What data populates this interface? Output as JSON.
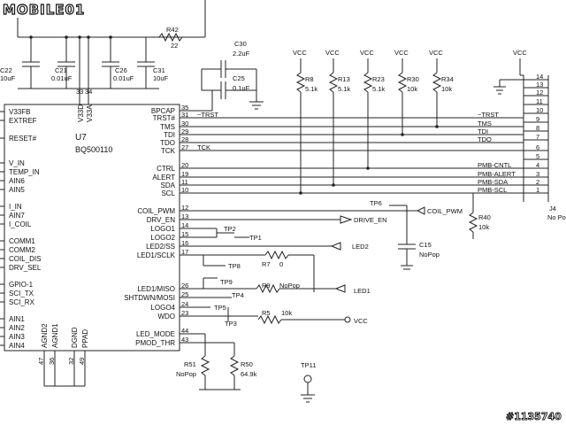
{
  "watermark": {
    "logo": "MOBILE01",
    "id": "#1135740"
  },
  "chip": {
    "ref": "U7",
    "part": "BQ500110",
    "left_pins": [
      "V33FB",
      "EXTREF",
      "RESET#",
      "V_IN",
      "TEMP_IN",
      "AIN6",
      "AIN5",
      "I_IN",
      "AIN7",
      "I_COIL",
      "COMM1",
      "COMM2",
      "COIL_DIS",
      "DRV_SEL",
      "GPIO-1",
      "SCI_TX",
      "SCI_RX",
      "AIN1",
      "AIN2",
      "AIN3",
      "AIN4"
    ],
    "top_pins": [
      "V33D",
      "V33A"
    ],
    "top_pin_nums": [
      "33",
      "34"
    ],
    "bottom_pins": [
      "AGND2",
      "AGND1",
      "DGND",
      "PPAD"
    ],
    "bottom_pin_nums": [
      "47",
      "36",
      "32",
      "49"
    ],
    "right_pins": [
      "BPCAP",
      "TRST#",
      "TMS",
      "TDI",
      "TDO",
      "TCK",
      "CTRL",
      "ALERT",
      "SDA",
      "SCL",
      "COIL_PWM",
      "DRV_EN",
      "LOGO1",
      "LOGO2",
      "LED2/SS",
      "LED1/SCLK",
      "LED1/MISO",
      "SHTDWN/MOSI",
      "LOGO4",
      "WDO",
      "LED_MODE",
      "PMOD_THR"
    ],
    "right_pin_nums": [
      "35",
      "31",
      "30",
      "29",
      "28",
      "27",
      "20",
      "19",
      "11",
      "10",
      "12",
      "13",
      "14",
      "15",
      "16",
      "17",
      "26",
      "25",
      "24",
      "23",
      "44",
      "43"
    ]
  },
  "capacitors": [
    {
      "ref": "C22",
      "value": "10uF"
    },
    {
      "ref": "C21",
      "value": "0.01uF"
    },
    {
      "ref": "C26",
      "value": "0.01uF"
    },
    {
      "ref": "C31",
      "value": "10uF"
    },
    {
      "ref": "C30",
      "value": "2.2uF"
    },
    {
      "ref": "C25",
      "value": "0.1uF"
    },
    {
      "ref": "C15",
      "value": "NoPop"
    }
  ],
  "resistors": [
    {
      "ref": "R42",
      "value": "22"
    },
    {
      "ref": "R8",
      "value": "5.1k"
    },
    {
      "ref": "R13",
      "value": "5.1k"
    },
    {
      "ref": "R23",
      "value": "5.1k"
    },
    {
      "ref": "R30",
      "value": "10k"
    },
    {
      "ref": "R34",
      "value": "10k"
    },
    {
      "ref": "R40",
      "value": "10k"
    },
    {
      "ref": "R7",
      "value": "0"
    },
    {
      "ref": "R9",
      "value": "NoPop"
    },
    {
      "ref": "R5",
      "value": "10k"
    },
    {
      "ref": "R51",
      "value": "NoPop"
    },
    {
      "ref": "R50",
      "value": "64.9k"
    }
  ],
  "power_labels": [
    "VCC",
    "VCC",
    "VCC",
    "VCC",
    "VCC",
    "VCC",
    "VCC"
  ],
  "test_points": [
    "TP6",
    "TP2",
    "TP1",
    "TP8",
    "TP9",
    "TP4",
    "TP5",
    "TP3",
    "TP11"
  ],
  "nets": {
    "trst": "~TRST",
    "tck": "TCK",
    "coil_pwm": "COIL_PWM",
    "drive_en": "DRIVE_EN",
    "led2": "LED2",
    "led1": "LED1",
    "vcc_r5": "VCC"
  },
  "connector": {
    "ref": "J4",
    "value": "No Po",
    "pins": [
      "14",
      "13",
      "12",
      "11",
      "10",
      "9",
      "8",
      "7",
      "6",
      "5",
      "4",
      "3",
      "2",
      "1"
    ],
    "labels": [
      "~TRST",
      "TMS",
      "TDI",
      "TDO",
      "PMB-CNTL",
      "PMB-ALERT",
      "PMB-SDA",
      "PMB-SCL"
    ]
  }
}
